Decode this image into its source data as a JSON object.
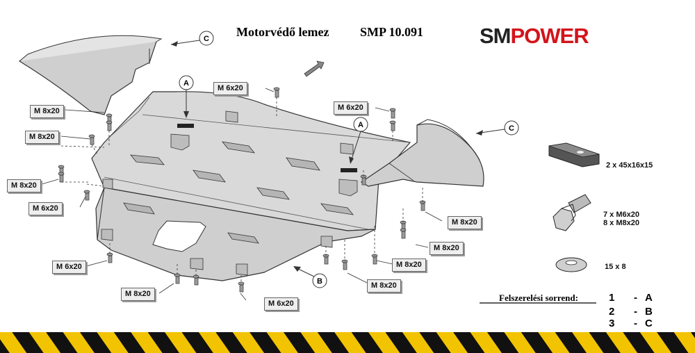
{
  "header": {
    "title": "Motorvédő lemez",
    "code": "SMP 10.091"
  },
  "brand": {
    "part1": "SM",
    "part2": "POWER",
    "accent_color": "#d3141b"
  },
  "callouts": [
    {
      "id": "c-top-left",
      "text": "C"
    },
    {
      "id": "c-right",
      "text": "C"
    },
    {
      "id": "a-left",
      "text": "A"
    },
    {
      "id": "a-right",
      "text": "A"
    },
    {
      "id": "b-bottom",
      "text": "B"
    }
  ],
  "bolt_labels": [
    "M 6x20",
    "M 6x20",
    "M 8x20",
    "M 8x20",
    "M 8x20",
    "M 6x20",
    "M 8x20",
    "M 8x20",
    "M 8x20",
    "M 6x20",
    "M 8x20",
    "M 8x20",
    "M 6x20"
  ],
  "hardware": [
    {
      "name": "bar",
      "text": "2 x 45x16x15"
    },
    {
      "name": "bolt-m6",
      "text": "7 x  M6x20"
    },
    {
      "name": "bolt-m8",
      "text": "8 x  M8x20"
    },
    {
      "name": "washer",
      "text": "15  x    8"
    }
  ],
  "sequence": {
    "title": "Felszerelési sorrend:",
    "steps": [
      {
        "num": "1",
        "dash": "-",
        "letter": "A"
      },
      {
        "num": "2",
        "dash": "-",
        "letter": "B"
      },
      {
        "num": "3",
        "dash": "-",
        "letter": "C"
      }
    ]
  },
  "colors": {
    "plate_fill": "#d9d9d9",
    "plate_dark": "#bcbcbc",
    "stripe_yellow": "#f2c300",
    "stripe_black": "#111111"
  }
}
